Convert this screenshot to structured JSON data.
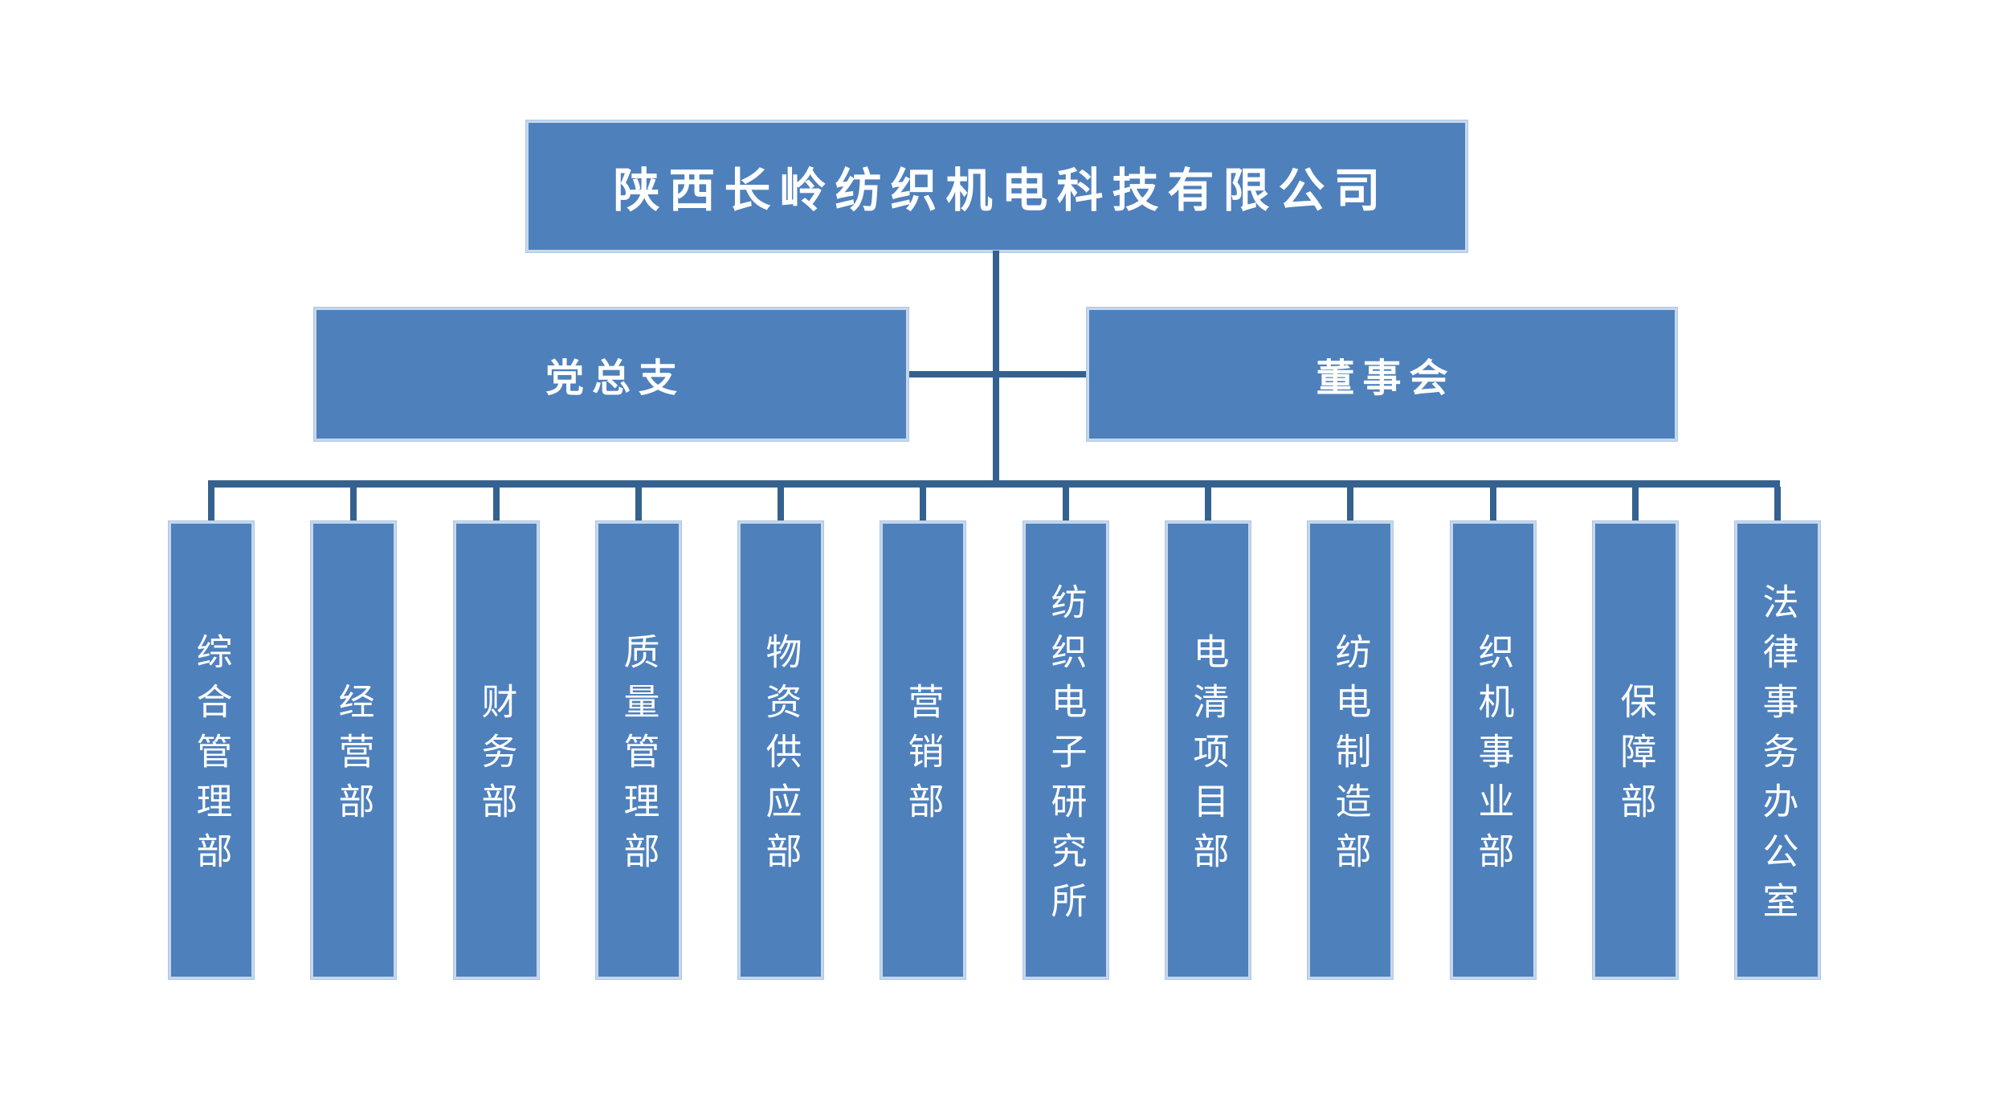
{
  "title": {
    "label": "陕西长岭纺织机电科技有限公司"
  },
  "level2": [
    {
      "label": "党总支"
    },
    {
      "label": "董事会"
    }
  ],
  "departments": [
    {
      "label": "综合管理部"
    },
    {
      "label": "经营部"
    },
    {
      "label": "财务部"
    },
    {
      "label": "质量管理部"
    },
    {
      "label": "物资供应部"
    },
    {
      "label": "营销部"
    },
    {
      "label": "纺织电子研究所"
    },
    {
      "label": "电清项目部"
    },
    {
      "label": "纺电制造部"
    },
    {
      "label": "织机事业部"
    },
    {
      "label": "保障部"
    },
    {
      "label": "法律事务办公室"
    }
  ],
  "colors": {
    "box_fill": "#4E80BC",
    "box_border_light": "#C6D7EC",
    "connector": "#35618F",
    "text": "#FFFFFF",
    "background": "#FFFFFF"
  }
}
